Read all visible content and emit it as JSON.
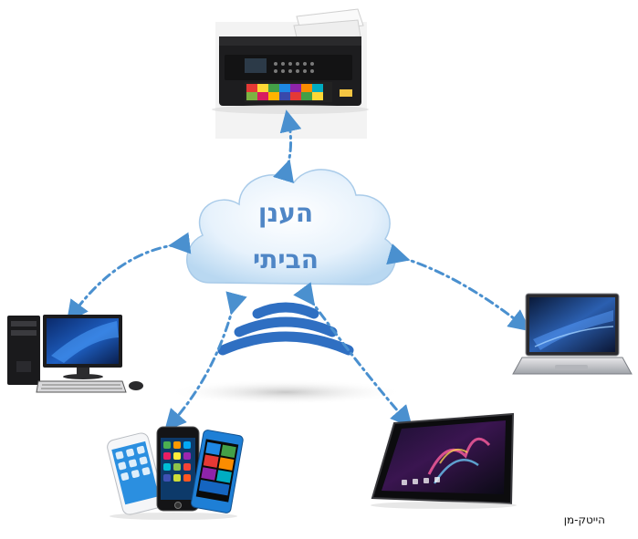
{
  "cloud": {
    "line1": "הענן",
    "line2": "הביתי"
  },
  "credit": "הייטק-מן",
  "devices": [
    {
      "name": "printer-icon"
    },
    {
      "name": "desktop-computer-icon"
    },
    {
      "name": "laptop-icon"
    },
    {
      "name": "smartphones-icon"
    },
    {
      "name": "tablet-icon"
    }
  ],
  "colors": {
    "arrow": "#4a90cf",
    "wifi": "#2f6fc2",
    "cloud_fill": "#dfeefb",
    "cloud_text": "#4f86c6"
  }
}
